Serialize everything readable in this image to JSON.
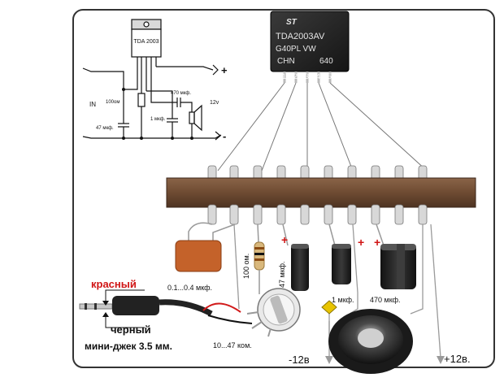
{
  "schematic": {
    "ic_label": "TDA 2003",
    "in_label": "IN",
    "r_label": "100ом",
    "c_in_label": "47 мкф.",
    "c_out_label": "470 мкф.",
    "c_1mkf_label": "1 мкф.",
    "supply_label": "12v",
    "plus": "+",
    "minus": "-"
  },
  "chip": {
    "brand": "ST",
    "line1": "TDA2003AV",
    "line2": "G40PL VW",
    "line3": "CHN",
    "line4": "640",
    "pins": [
      "1",
      "2",
      "3",
      "4",
      "5"
    ]
  },
  "labels": {
    "cap_ceramic": "0.1...0.4 мкф.",
    "resistor": "100 ом.",
    "cap_47": "47 мкф.",
    "cap_1": "1 мкф.",
    "cap_470": "470 мкф.",
    "red_wire": "красный",
    "black_wire": "черный",
    "jack": "мини-джек 3.5 мм.",
    "pot": "10...47 ком.",
    "minus12": "-12в",
    "plus12": "+12в.",
    "plus_sign": "+"
  },
  "colors": {
    "frame": "#333333",
    "strip": "#6e4b32",
    "red_wire": "#d11a1a",
    "label_red": "#d01515"
  }
}
